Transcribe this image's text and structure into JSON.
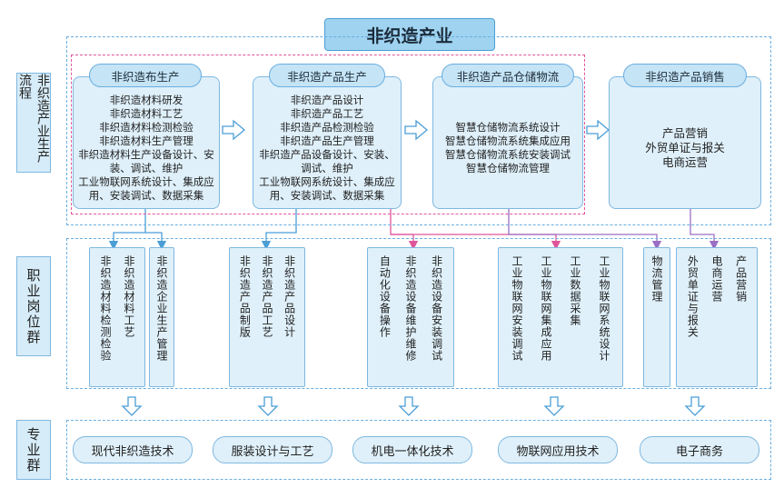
{
  "title": "非织造产业",
  "row_labels": {
    "production": "非织造产业生产流程",
    "positions": "职业岗位群",
    "majors": "专业群"
  },
  "stages": [
    {
      "name": "非织造布生产",
      "items": [
        "非织造材料研发",
        "非织造材料工艺",
        "非织造材料检测检验",
        "非织造材料生产管理",
        "非织造材料生产设备设计、安装、调试、维护",
        "工业物联网系统设计、集成应用、安装调试、数据采集"
      ]
    },
    {
      "name": "非织造产品生产",
      "items": [
        "非织造产品设计",
        "非织造产品工艺",
        "非织造产品检测检验",
        "非织造产品生产管理",
        "非织造产品设备设计、安装、调试、维护",
        "工业物联网系统设计、集成应用、安装调试、数据采集"
      ]
    },
    {
      "name": "非织造产品仓储物流",
      "items": [
        "智慧仓储物流系统设计",
        "智慧仓储物流系统集成应用",
        "智慧仓储物流系统安装调试",
        "智慧仓储物流管理"
      ]
    },
    {
      "name": "非织造产品销售",
      "items": [
        "产品营销",
        "外贸单证与报关",
        "电商运营"
      ]
    }
  ],
  "job_groups": [
    [
      "非织造材料工艺",
      "非织造材料检测检验"
    ],
    [
      "非织造企业生产管理"
    ],
    [
      "非织造产品设计",
      "非织造产品工艺",
      "非织造产品制版"
    ],
    [
      "非织造设备安装调试",
      "非织造设备维护维修",
      "自动化设备操作"
    ],
    [
      "工业物联网系统设计",
      "工业数据采集",
      "工业物联网集成应用",
      "工业物联网安装调试"
    ],
    [
      "物流管理"
    ],
    [
      "产品营销",
      "电商运营",
      "外贸单证与报关"
    ]
  ],
  "majors": [
    "现代非织造技术",
    "服装设计与工艺",
    "机电一体化技术",
    "物联网应用技术",
    "电子商务"
  ],
  "colors": {
    "frame": "#6aaee0",
    "fill": "#dff0fa",
    "title": "#9fd3f0",
    "pink": "#e0559a",
    "purple": "#9b6fc4",
    "arrow_blue": "#4b9ed6"
  }
}
